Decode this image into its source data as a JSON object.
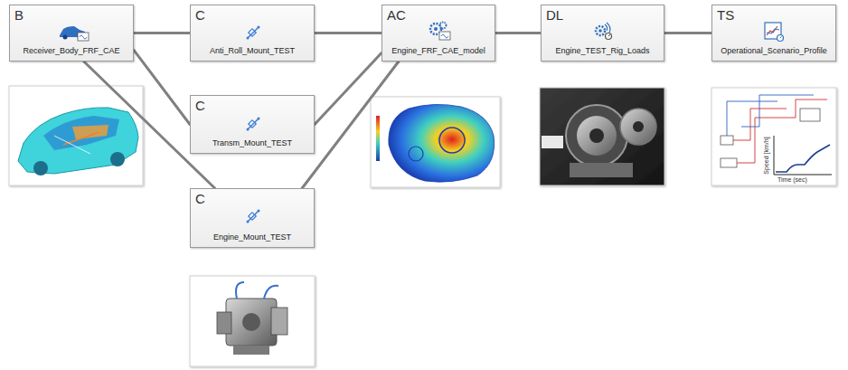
{
  "diagram": {
    "nodes": [
      {
        "text": [
          "B",
          "Receiver_Body_FRF_CAE"
        ]
      },
      {
        "text": [
          "C",
          "Anti_Roll_Mount_TEST"
        ]
      },
      {
        "text": [
          "AC",
          "Engine_FRF_CAE_model"
        ]
      },
      {
        "text": [
          "DL",
          "Engine_TEST_Rig_Loads"
        ]
      },
      {
        "text": [
          "TS",
          "Operational_Scenario_Profile"
        ]
      },
      {
        "text": [
          "C",
          "Transm_Mount_TEST"
        ]
      },
      {
        "text": [
          "C",
          "Engine_Mount_TEST"
        ]
      }
    ],
    "edges": [
      {
        "from": 0,
        "to": 1,
        "arrow": "none"
      },
      {
        "from": 1,
        "to": 2,
        "arrow": "none"
      },
      {
        "from": 0,
        "to": 5,
        "arrow": "none"
      },
      {
        "from": 5,
        "to": 2,
        "arrow": "none"
      },
      {
        "from": 0,
        "to": 6,
        "arrow": "none"
      },
      {
        "from": 6,
        "to": 2,
        "arrow": "none"
      },
      {
        "from": 2,
        "to": 3,
        "arrow": "none"
      },
      {
        "from": 3,
        "to": 4,
        "arrow": "none"
      }
    ],
    "labels": [
      "Time (sec)",
      "Speed [km/h]"
    ]
  }
}
